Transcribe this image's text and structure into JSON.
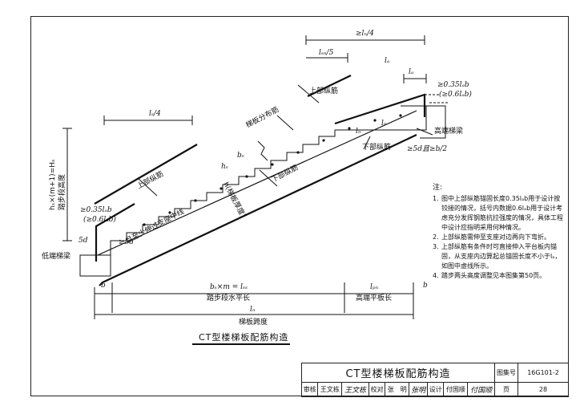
{
  "dimensions": {
    "top_ln4": "≥lₙ/4",
    "lsn5": "lₛₙ/5",
    "la": "lₐ",
    "ls4": "lₛ/4",
    "bs": "bₛ",
    "hs": "hₛ",
    "ln_small_1": "lₙ",
    "ln_small_2": "lₙ",
    "rebar_035_top": "≥0.35lₐb",
    "rebar_06_top": "(≥0.6lₐb)",
    "rebar_035_left": "≥0.35lₐb",
    "rebar_06_left": "(≥0.6lₐb)",
    "five_d": "5d",
    "ge5d": "≥5d",
    "ge5d_rest": "且至少伸过支座中线",
    "ge5d_right": "≥5d且≥b/2",
    "b_left": "b",
    "b_right": "b",
    "bsm": "bₛ×m = lₛₛ",
    "lsn_label": "踏步段水平长",
    "lpn": "lₚₙ",
    "lpn_label": "高端平板长",
    "ln": "lₙ",
    "span_label": "梯板跨度",
    "height_formula": "hₛ×(m+1)=Hₛ",
    "height_label": "踏步段高度"
  },
  "labels": {
    "upper_rebar_top": "上部纵筋",
    "upper_rebar_left": "上部纵筋",
    "lower_rebar": "下部纵筋",
    "lower_rebar_mid": "下部纵筋",
    "distribution_rebar": "梯板分布筋",
    "slab_thickness": "h(梯板厚度)",
    "high_beam": "高端梯梁",
    "low_beam": "低端梯梁"
  },
  "notes": {
    "heading": "注:",
    "items": [
      {
        "num": "1.",
        "text": "图中上部纵筋锚固长度0.35lₐb用于设计按铰接的情况，括号内数据0.6lₐb用于设计考虑充分发挥钢筋抗拉强度的情况，具体工程中设计应指明采用何种情况。"
      },
      {
        "num": "2.",
        "text": "上部纵筋需伸至支座对边再向下弯折。"
      },
      {
        "num": "3.",
        "text": "上部纵筋有条件时可直接伸入平台板内锚固，从支座内边算起总锚固长度不小于lₐ，如图中虚线所示。"
      },
      {
        "num": "4.",
        "text": "踏步两头高度调整见本图集第50页。"
      }
    ]
  },
  "caption": "CT型楼梯板配筋构造",
  "title_block": {
    "title": "CT型楼梯板配筋构造",
    "atlas_label": "图集号",
    "atlas_no": "16G101-2",
    "review_label": "审核",
    "review_name": "王文栋",
    "review_sig": "王文栋",
    "check_label": "校对",
    "check_name": "张　明",
    "check_sig": "张明",
    "design_label": "设计",
    "design_name": "付国顺",
    "design_sig": "付国顺",
    "page_label": "页",
    "page_no": "28"
  }
}
